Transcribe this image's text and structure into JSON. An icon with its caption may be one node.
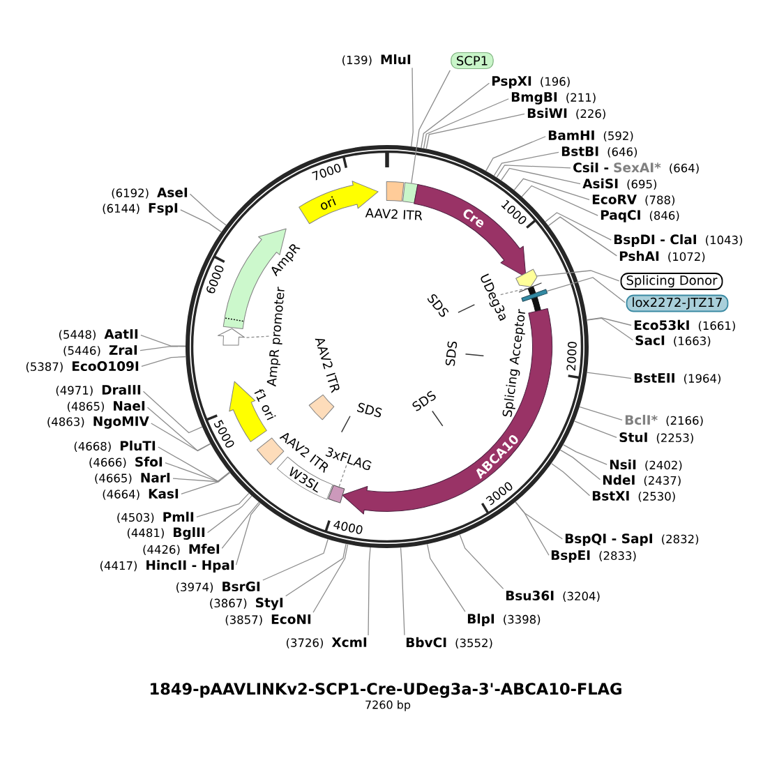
{
  "diagram": {
    "title": "1849-pAAVLINKv2-SCP1-Cre-UDeg3a-3'-ABCA10-FLAG",
    "caption": "7260 bp",
    "nodes": [
      {
        "text": [],
        "shape": "circle"
      },
      {
        "text": [
          "ori"
        ],
        "in": 0
      },
      {
        "text": [],
        "shape": "box",
        "beside": [
          "AAV2 ITR"
        ],
        "in": 0
      },
      {
        "text": [],
        "shape": "box",
        "in": 0
      },
      {
        "text": [
          "Cre"
        ],
        "in": 0
      },
      {
        "text": [],
        "shape": "arrow",
        "in": 0
      },
      {
        "text": [],
        "shape": "bar",
        "in": 0
      },
      {
        "text": [],
        "shape": "box",
        "in": 0
      },
      {
        "text": [
          "ABCA10"
        ],
        "in": 0
      },
      {
        "text": [],
        "shape": "box",
        "in": 0
      },
      {
        "text": [
          "W3SL"
        ],
        "in": 0
      },
      {
        "text": [],
        "shape": "box",
        "beside": [
          "AAV2 ITR"
        ],
        "in": 0
      },
      {
        "text": [],
        "shape": "arrow",
        "beside": [
          "f1 ori"
        ],
        "in": 0
      },
      {
        "text": [],
        "shape": "arrow",
        "in": 0
      },
      {
        "text": [],
        "shape": "arrow",
        "beside": [
          "AmpR"
        ],
        "in": 0
      },
      {
        "text": [],
        "shape": "box",
        "beside": [
          "AAV2 ITR"
        ],
        "in": 0
      },
      {
        "text": [
          "SDS"
        ],
        "in": 0
      },
      {
        "text": [
          "SDS"
        ],
        "in": 0
      },
      {
        "text": [
          "SDS"
        ],
        "in": 0
      },
      {
        "text": [
          "SDS"
        ],
        "in": 0
      },
      {
        "text": [
          "UDeg3a"
        ],
        "in": 0
      },
      {
        "text": [
          "AmpR promoter"
        ],
        "in": 0
      },
      {
        "text": [
          "3xFLAG"
        ],
        "in": 0
      },
      {
        "text": [
          "SCP1"
        ]
      },
      {
        "text": [
          "Splicing Donor"
        ]
      },
      {
        "text": [
          "lox2272-JTZ17"
        ]
      },
      {
        "text": [
          "(139)",
          "MluI"
        ]
      },
      {
        "text": [
          "PspXI",
          "(196)"
        ]
      },
      {
        "text": [
          "BmgBI",
          "(211)"
        ]
      },
      {
        "text": [
          "BsiWI",
          "(226)"
        ]
      },
      {
        "text": [
          "BamHI",
          "(592)"
        ]
      },
      {
        "text": [
          "BstBI",
          "(646)"
        ]
      },
      {
        "text": [
          "CsiI -",
          "SexAI*",
          "(664)"
        ]
      },
      {
        "text": [
          "AsiSI",
          "(695)"
        ]
      },
      {
        "text": [
          "EcoRV",
          "(788)"
        ]
      },
      {
        "text": [
          "PaqCI",
          "(846)"
        ]
      },
      {
        "text": [
          "BspDI - ClaI",
          "(1043)"
        ]
      },
      {
        "text": [
          "PshAI",
          "(1072)"
        ]
      },
      {
        "text": [
          "Eco53kI",
          "(1661)"
        ]
      },
      {
        "text": [
          "SacI",
          "(1663)"
        ]
      },
      {
        "text": [
          "BstEII",
          "(1964)"
        ]
      },
      {
        "text": [
          "BclI*",
          "(2166)"
        ]
      },
      {
        "text": [
          "StuI",
          "(2253)"
        ]
      },
      {
        "text": [
          "NsiI",
          "(2402)"
        ]
      },
      {
        "text": [
          "NdeI",
          "(2437)"
        ]
      },
      {
        "text": [
          "BstXI",
          "(2530)"
        ]
      },
      {
        "text": [
          "BspQI - SapI",
          "(2832)"
        ]
      },
      {
        "text": [
          "BspEI",
          "(2833)"
        ]
      },
      {
        "text": [
          "Bsu36I",
          "(3204)"
        ]
      },
      {
        "text": [
          "BlpI",
          "(3398)"
        ]
      },
      {
        "text": [
          "BbvCI",
          "(3552)"
        ]
      },
      {
        "text": [
          "(3726)",
          "XcmI"
        ]
      },
      {
        "text": [
          "(3857)",
          "EcoNI"
        ]
      },
      {
        "text": [
          "(3867)",
          "StyI"
        ]
      },
      {
        "text": [
          "(3974)",
          "BsrGI"
        ]
      },
      {
        "text": [
          "(4417)",
          "HincII - HpaI"
        ]
      },
      {
        "text": [
          "(4426)",
          "MfeI"
        ]
      },
      {
        "text": [
          "(4481)",
          "BglII"
        ]
      },
      {
        "text": [
          "(4503)",
          "PmlI"
        ]
      },
      {
        "text": [
          "(4664)",
          "KasI"
        ]
      },
      {
        "text": [
          "(4665)",
          "NarI"
        ]
      },
      {
        "text": [
          "(4666)",
          "SfoI"
        ]
      },
      {
        "text": [
          "(4668)",
          "PluTI"
        ]
      },
      {
        "text": [
          "(4863)",
          "NgoMIV"
        ]
      },
      {
        "text": [
          "(4865)",
          "NaeI"
        ]
      },
      {
        "text": [
          "(4971)",
          "DraIII"
        ]
      },
      {
        "text": [
          "(5387)",
          "EcoO109I"
        ]
      },
      {
        "text": [
          "(5446)",
          "ZraI"
        ]
      },
      {
        "text": [
          "(5448)",
          "AatII"
        ]
      },
      {
        "text": [
          "(6144)",
          "FspI"
        ]
      },
      {
        "text": [
          "(6192)",
          "AseI"
        ]
      }
    ],
    "edges": [
      {
        "from": 23,
        "to": 3,
        "arrow": "none"
      },
      {
        "from": 24,
        "to": 5,
        "arrow": "none"
      },
      {
        "from": 25,
        "to": 7,
        "arrow": "none"
      },
      {
        "from": 20,
        "to": 6,
        "arrow": "none",
        "style": "dashed"
      },
      {
        "from": 21,
        "to": 13,
        "arrow": "none",
        "style": "dashed"
      },
      {
        "from": 22,
        "to": 9,
        "arrow": "none",
        "style": "dashed"
      },
      {
        "from": 26,
        "to": 0,
        "arrow": "none"
      },
      {
        "from": 27,
        "to": 0,
        "arrow": "none"
      },
      {
        "from": 28,
        "to": 0,
        "arrow": "none"
      },
      {
        "from": 29,
        "to": 0,
        "arrow": "none"
      },
      {
        "from": 30,
        "to": 0,
        "arrow": "none"
      },
      {
        "from": 31,
        "to": 0,
        "arrow": "none"
      },
      {
        "from": 32,
        "to": 0,
        "arrow": "none"
      },
      {
        "from": 33,
        "to": 0,
        "arrow": "none"
      },
      {
        "from": 34,
        "to": 0,
        "arrow": "none"
      },
      {
        "from": 35,
        "to": 0,
        "arrow": "none"
      },
      {
        "from": 36,
        "to": 0,
        "arrow": "none"
      },
      {
        "from": 37,
        "to": 0,
        "arrow": "none"
      },
      {
        "from": 38,
        "to": 0,
        "arrow": "none"
      },
      {
        "from": 39,
        "to": 0,
        "arrow": "none"
      },
      {
        "from": 40,
        "to": 0,
        "arrow": "none"
      },
      {
        "from": 41,
        "to": 0,
        "arrow": "none"
      },
      {
        "from": 42,
        "to": 0,
        "arrow": "none"
      },
      {
        "from": 43,
        "to": 0,
        "arrow": "none"
      },
      {
        "from": 44,
        "to": 0,
        "arrow": "none"
      },
      {
        "from": 45,
        "to": 0,
        "arrow": "none"
      },
      {
        "from": 46,
        "to": 0,
        "arrow": "none"
      },
      {
        "from": 47,
        "to": 0,
        "arrow": "none"
      },
      {
        "from": 48,
        "to": 0,
        "arrow": "none"
      },
      {
        "from": 49,
        "to": 0,
        "arrow": "none"
      },
      {
        "from": 50,
        "to": 0,
        "arrow": "none"
      },
      {
        "from": 51,
        "to": 0,
        "arrow": "none"
      },
      {
        "from": 52,
        "to": 0,
        "arrow": "none"
      },
      {
        "from": 53,
        "to": 0,
        "arrow": "none"
      },
      {
        "from": 54,
        "to": 0,
        "arrow": "none"
      },
      {
        "from": 55,
        "to": 0,
        "arrow": "none"
      },
      {
        "from": 56,
        "to": 0,
        "arrow": "none"
      },
      {
        "from": 57,
        "to": 0,
        "arrow": "none"
      },
      {
        "from": 58,
        "to": 0,
        "arrow": "none"
      },
      {
        "from": 59,
        "to": 0,
        "arrow": "none"
      },
      {
        "from": 60,
        "to": 0,
        "arrow": "none"
      },
      {
        "from": 61,
        "to": 0,
        "arrow": "none"
      },
      {
        "from": 62,
        "to": 0,
        "arrow": "none"
      },
      {
        "from": 63,
        "to": 0,
        "arrow": "none"
      },
      {
        "from": 64,
        "to": 0,
        "arrow": "none"
      },
      {
        "from": 65,
        "to": 0,
        "arrow": "none"
      },
      {
        "from": 66,
        "to": 0,
        "arrow": "none"
      },
      {
        "from": 67,
        "to": 0,
        "arrow": "none"
      },
      {
        "from": 68,
        "to": 0,
        "arrow": "none"
      },
      {
        "from": 69,
        "to": 0,
        "arrow": "none"
      },
      {
        "from": 70,
        "to": 0,
        "arrow": "none"
      }
    ],
    "labels": [
      "Splicing Acceptor",
      "1000",
      "2000",
      "3000",
      "4000",
      "5000",
      "6000",
      "7000"
    ]
  }
}
